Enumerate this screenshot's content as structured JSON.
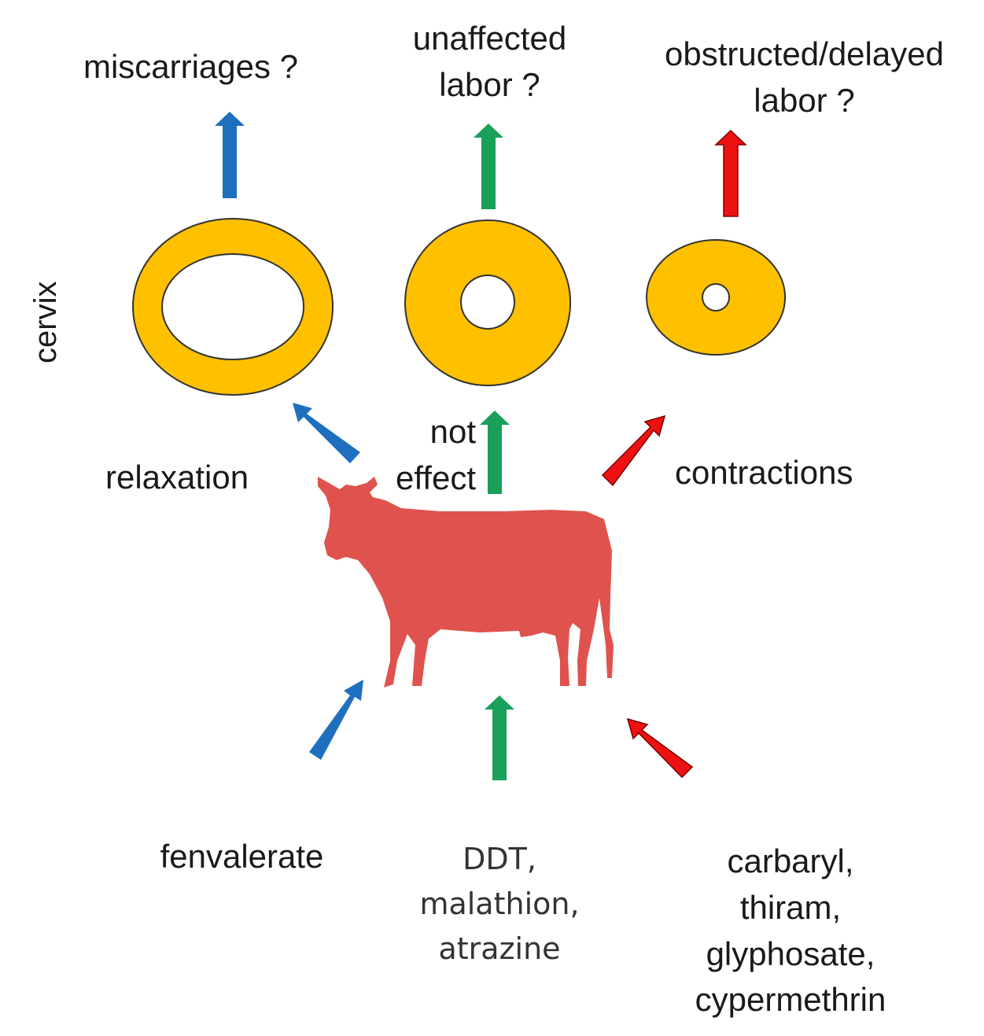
{
  "outcomes": {
    "miscarriages": "miscarriages ?",
    "unaffected": "unaffected\nlabor ?",
    "obstructed": "obstructed/delayed\nlabor ?"
  },
  "side_label": "cervix",
  "effects": {
    "relaxation": "relaxation",
    "not_effect": "not\neffect",
    "contractions": "contractions"
  },
  "pesticides": {
    "relaxing": "fenvalerate",
    "neutral": "DDT,\nmalathion,\natrazine",
    "contracting": "carbaryl,\nthiram,\nglyphosate,\ncypermethrin"
  },
  "colors": {
    "relax_arrow": "#1f6fbf",
    "neutral_arrow": "#1aa05a",
    "contract_arrow": "#ee1111",
    "cervix_fill": "#ffc000",
    "cow_fill": "#e0524d"
  },
  "icons": {
    "cow": "cow-silhouette-icon",
    "cervix": "cervix-ring-icon",
    "arrow": "arrow-icon"
  }
}
